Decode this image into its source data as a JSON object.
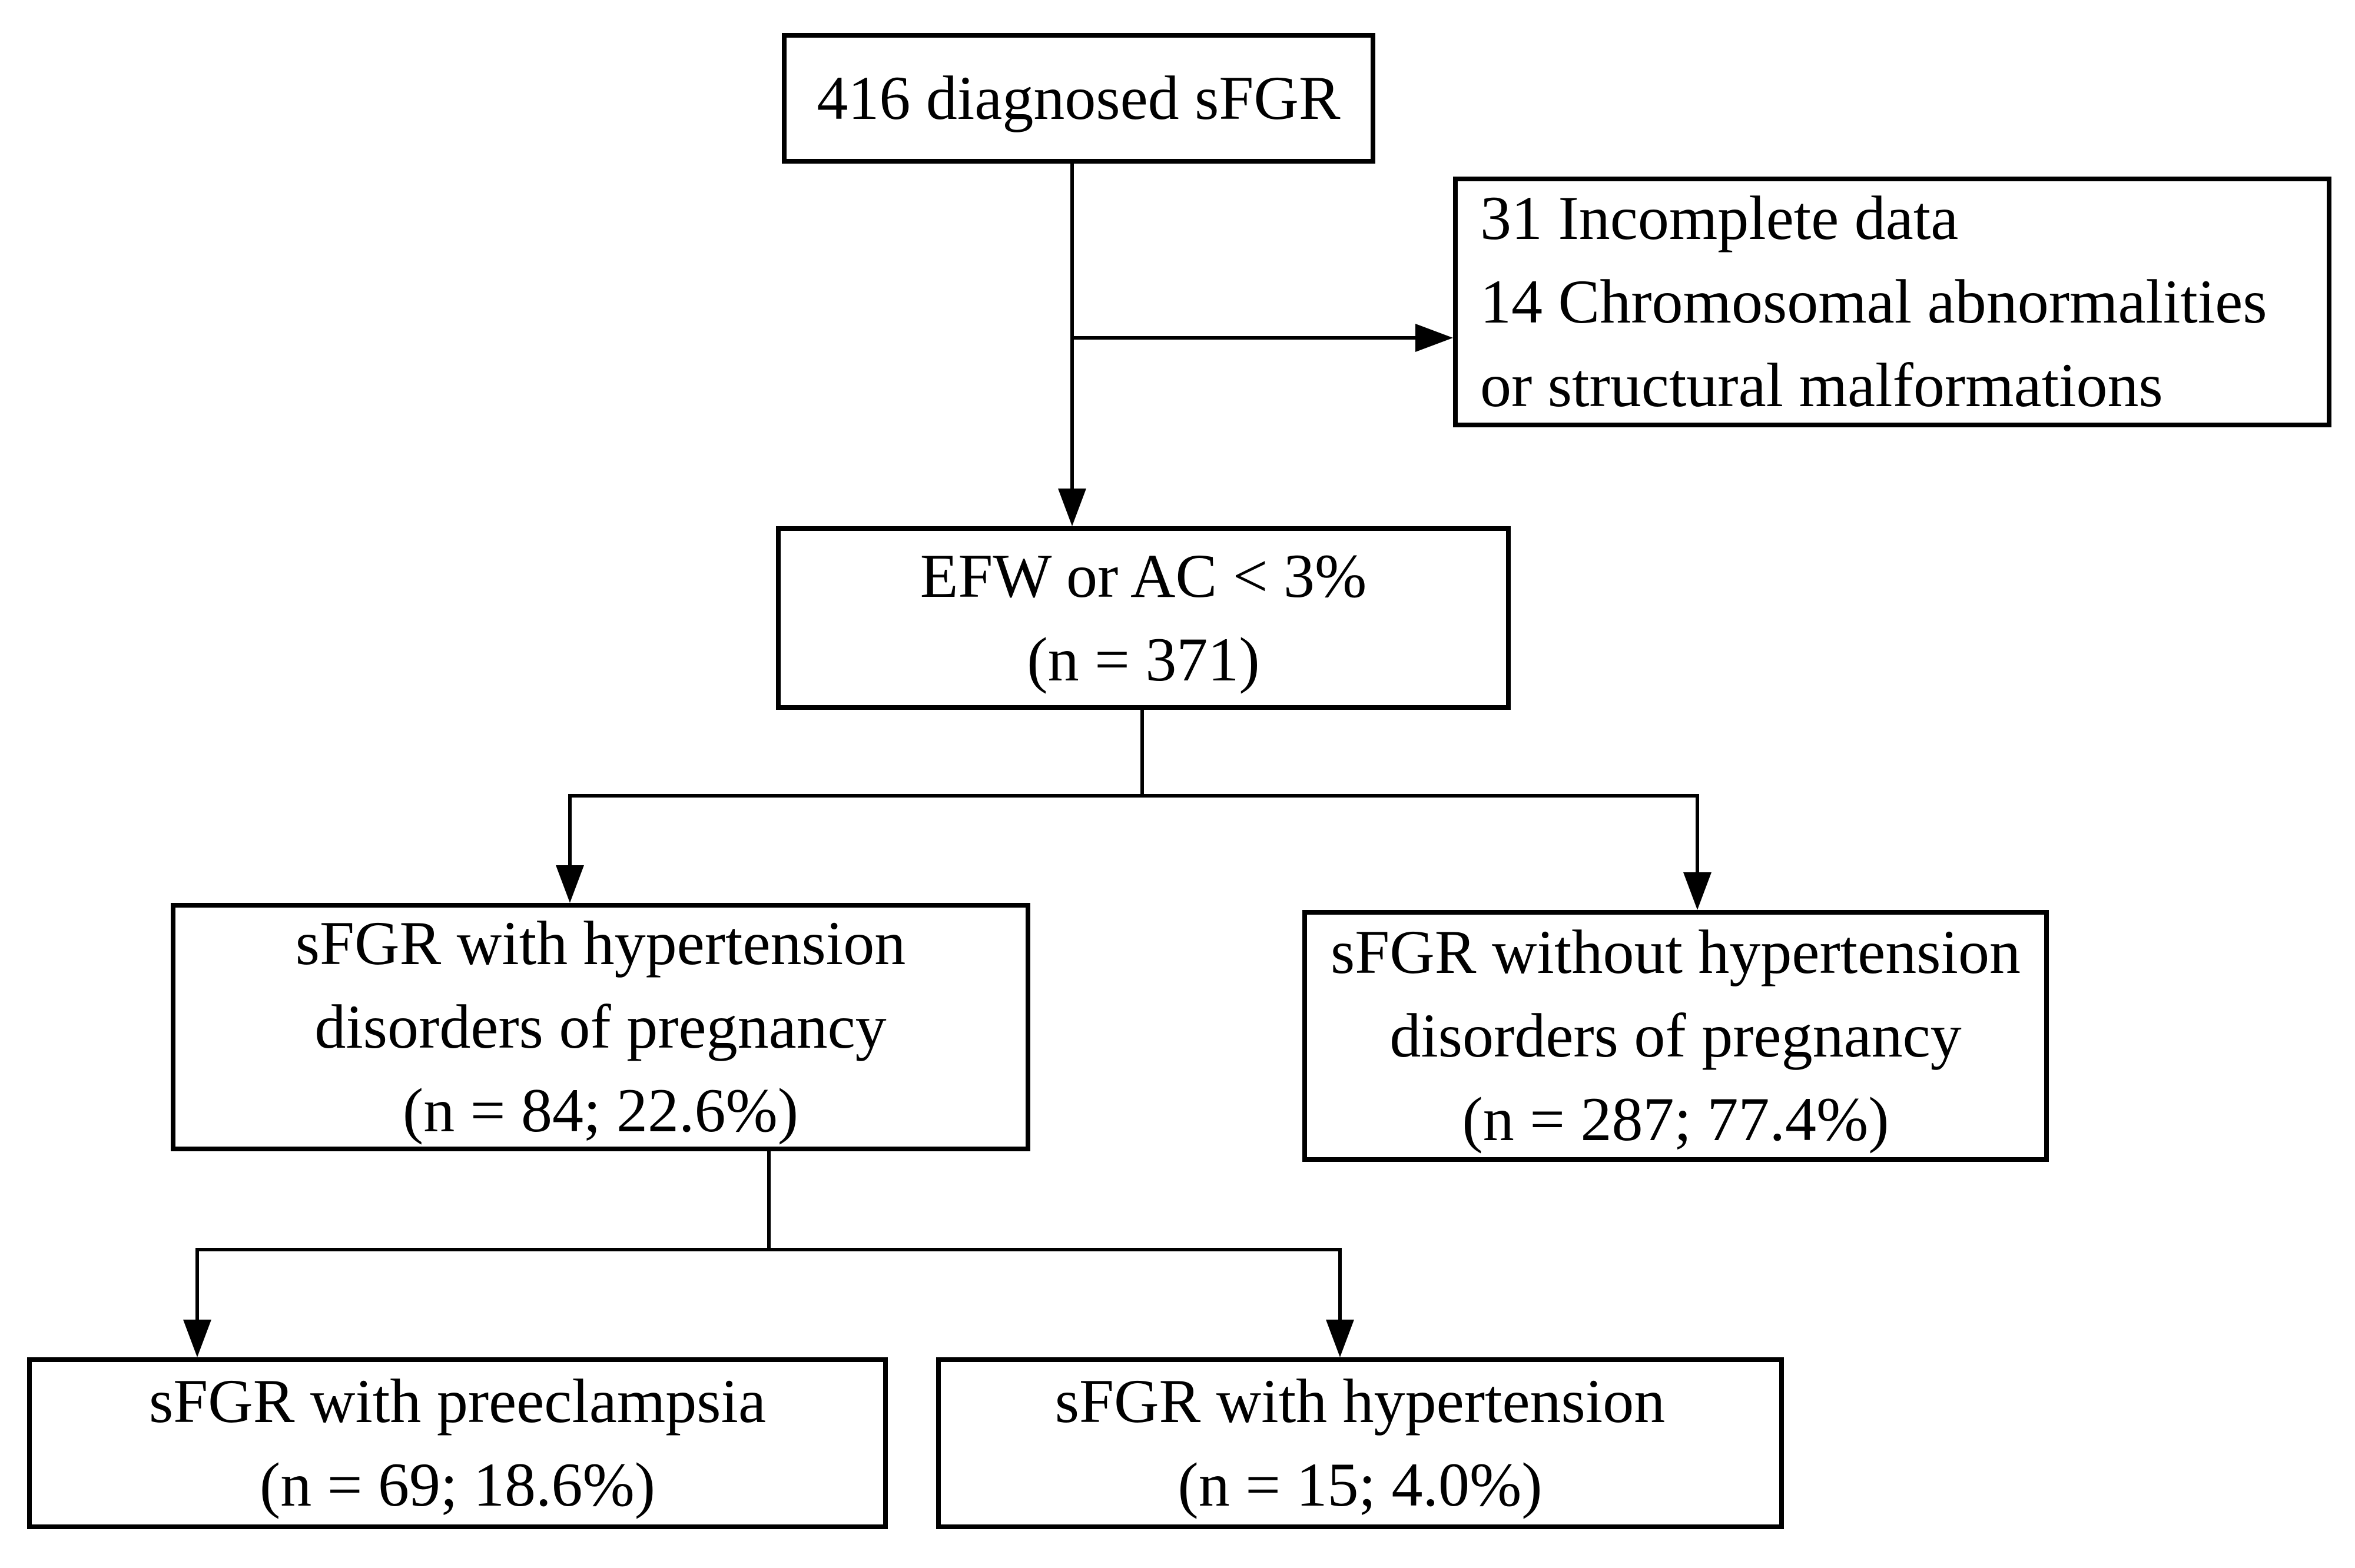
{
  "flow": {
    "colors": {
      "background": "#ffffff",
      "line": "#000000",
      "text": "#000000"
    },
    "nodes": {
      "diagnosed": {
        "lines": [
          "416 diagnosed sFGR"
        ]
      },
      "excluded": {
        "lines": [
          "31 Incomplete data",
          "14 Chromosomal abnormalities",
          "or structural malformations"
        ]
      },
      "efw": {
        "lines": [
          "EFW or AC < 3%",
          "(n = 371)"
        ]
      },
      "hdp": {
        "lines": [
          "sFGR with hypertension",
          "disorders of pregnancy",
          "(n = 84; 22.6%)"
        ]
      },
      "no_hdp": {
        "lines": [
          "sFGR without hypertension",
          "disorders of pregnancy",
          "(n = 287; 77.4%)"
        ]
      },
      "preeclampsia": {
        "lines": [
          "sFGR with preeclampsia",
          "(n = 69; 18.6%)"
        ]
      },
      "hypertension": {
        "lines": [
          "sFGR with hypertension",
          "(n = 15; 4.0%)"
        ]
      }
    }
  }
}
